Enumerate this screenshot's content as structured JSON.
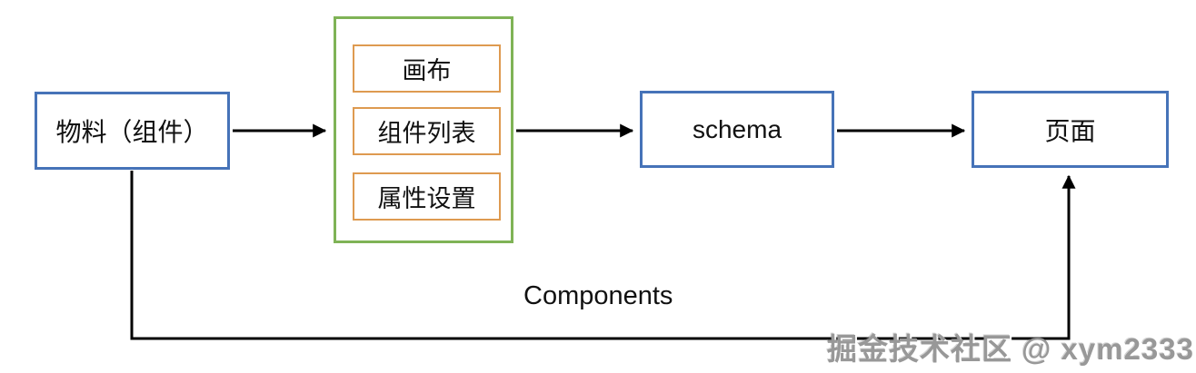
{
  "nodes": {
    "materials": {
      "label": "物料（组件）"
    },
    "editor_children": [
      {
        "label": "画布"
      },
      {
        "label": "组件列表"
      },
      {
        "label": "属性设置"
      }
    ],
    "schema": {
      "label": "schema"
    },
    "page": {
      "label": "页面"
    }
  },
  "labels": {
    "feedback_edge": "Components"
  },
  "watermark": {
    "text": "掘金技术社区 @ xym2333"
  },
  "colors": {
    "node_border_blue": "#4673B8",
    "group_border_green": "#7FB356",
    "item_border_orange": "#DE9A50",
    "edge_black": "#000000",
    "watermark_gray": "#989898"
  }
}
